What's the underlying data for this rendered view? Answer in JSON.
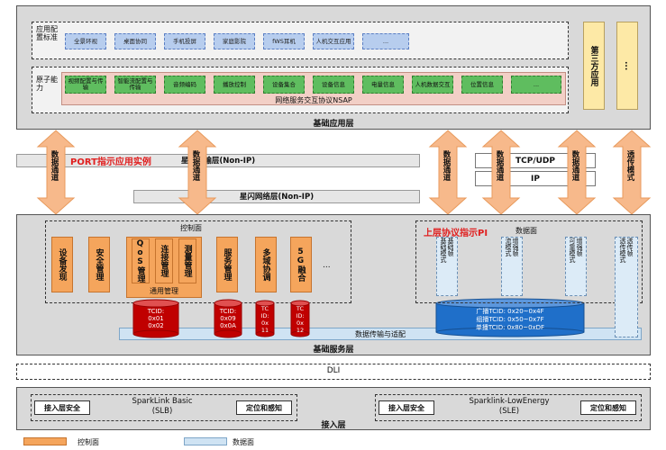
{
  "app_layer": {
    "title": "基础应用层",
    "row1_label": "应用配置标准",
    "row1_items": [
      "全景环视",
      "桌面协同",
      "手机投屏",
      "家庭影院",
      "fWS耳机",
      "人机交互应用",
      "..."
    ],
    "row2_label": "原子能力",
    "row2_items": [
      "视频配置与传输",
      "智能流配置与传输",
      "音频编码",
      "播放控制",
      "设备集合",
      "设备信息",
      "电量信息",
      "人机数据交互",
      "位置信息",
      "..."
    ],
    "protocol": "网络服务交互协议NSAP",
    "third_party": "第三方应用",
    "third_party_dots": "..."
  },
  "middle": {
    "data_channel": "数据通道",
    "transparent": "透传模式",
    "port_note": "PORT指示应用实例",
    "transport_layer": "星闪传输层(Non-IP)",
    "network_layer": "星闪网络层(Non-IP)",
    "tcp_udp": "TCP/UDP",
    "ip": "IP"
  },
  "service_layer": {
    "title": "基础服务层",
    "control_plane": "控制面",
    "data_plane": "数据面",
    "upper_pi": "上层协议指示PI",
    "control_items": [
      "设备发现",
      "安全管理",
      "QoS管理",
      "连接管理",
      "测量管理",
      "服务管理",
      "多域协调",
      "5G融合",
      "..."
    ],
    "common_mgmt": "通用管理",
    "tcids": [
      "TCID: 0x01 0x02",
      "TCID: 0x09 0x0A",
      "TC ID: 0x 11",
      "TC ID: 0x 12"
    ],
    "data_items": [
      "基础模式",
      "基础帧",
      "流模式",
      "增强帧",
      "可靠模式",
      "增强帧",
      "透传模式",
      "透传帧"
    ],
    "data_tcid_lines": [
      "广播TCID: 0x20~0x4F",
      "组播TCID: 0x50~0x7F",
      "单播TCID: 0x80~0xDF"
    ],
    "data_transfer": "数据传输与适配"
  },
  "dli": "DLI",
  "access_layer": {
    "title": "接入层",
    "slb_name": "SparkLink Basic",
    "slb_abbr": "(SLB)",
    "sle_name": "Sparklink-LowEnergy",
    "sle_abbr": "(SLE)",
    "access_security": "接入层安全",
    "positioning": "定位和感知"
  },
  "legend": {
    "control": "控制面",
    "data": "数据面"
  },
  "colors": {
    "orange": "#f5a55c",
    "red": "#c00000",
    "blue": "#1f6fc9",
    "green": "#5fbd5f",
    "light_blue": "#b7cdee"
  }
}
